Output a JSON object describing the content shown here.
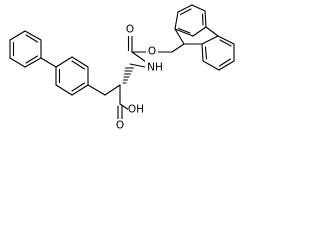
{
  "labels": {
    "O_carbonyl": "O",
    "O_ester": "O",
    "NH": "NH",
    "O_acid": "O",
    "OH": "OH"
  }
}
